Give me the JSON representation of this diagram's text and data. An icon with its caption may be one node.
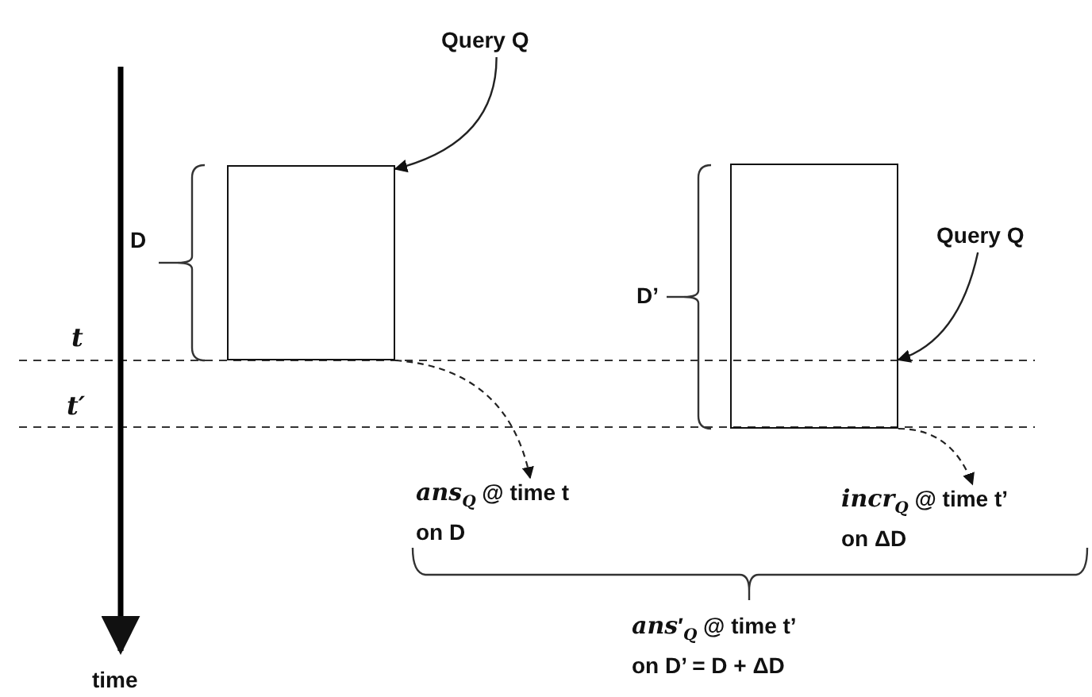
{
  "diagram": {
    "nodes": [
      {
        "text": [
          "Query Q"
        ]
      },
      {
        "text": [],
        "shape": "box"
      },
      {
        "text": [
          "Query Q"
        ]
      },
      {
        "text": [],
        "shape": "box"
      },
      {
        "text": [
          "*ans*$_{Q}$ @ time t",
          "on D"
        ]
      },
      {
        "text": [
          "*incr*$_{Q}$ @ time t’",
          "on ΔD"
        ]
      },
      {
        "text": [
          "*ans*′$_{Q}$ @ time t’",
          "on D’ = D + ΔD"
        ]
      }
    ],
    "edges": [
      {
        "from": 0,
        "to": 1,
        "arrow": "to"
      },
      {
        "from": 2,
        "to": 3,
        "arrow": "to"
      },
      {
        "from": 1,
        "to": 4,
        "arrow": "to",
        "style": "dashed"
      },
      {
        "from": 3,
        "to": 5,
        "arrow": "to",
        "style": "dashed"
      }
    ],
    "labels": [
      "D",
      "D’",
      "t",
      "t′",
      "time"
    ]
  }
}
